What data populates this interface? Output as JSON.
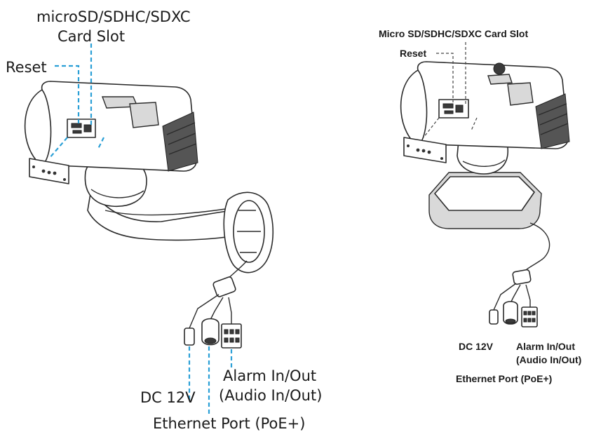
{
  "left_diagram": {
    "labels": {
      "card_slot_line1": "microSD/SDHC/SDXC",
      "card_slot_line2": "Card Slot",
      "reset": "Reset",
      "alarm_line1": "Alarm In/Out",
      "alarm_line2": "(Audio In/Out)",
      "dc": "DC 12V",
      "ethernet": "Ethernet Port (PoE+)"
    }
  },
  "right_diagram": {
    "labels": {
      "card_slot": "Micro SD/SDHC/SDXC Card Slot",
      "reset": "Reset",
      "dc": "DC 12V",
      "alarm_line1": "Alarm In/Out",
      "alarm_line2": "(Audio In/Out)",
      "ethernet": "Ethernet Port (PoE+)"
    }
  },
  "colors": {
    "leader_blue": "#2a9fd6",
    "leader_dark": "#444444",
    "outline": "#2b2b2b"
  }
}
